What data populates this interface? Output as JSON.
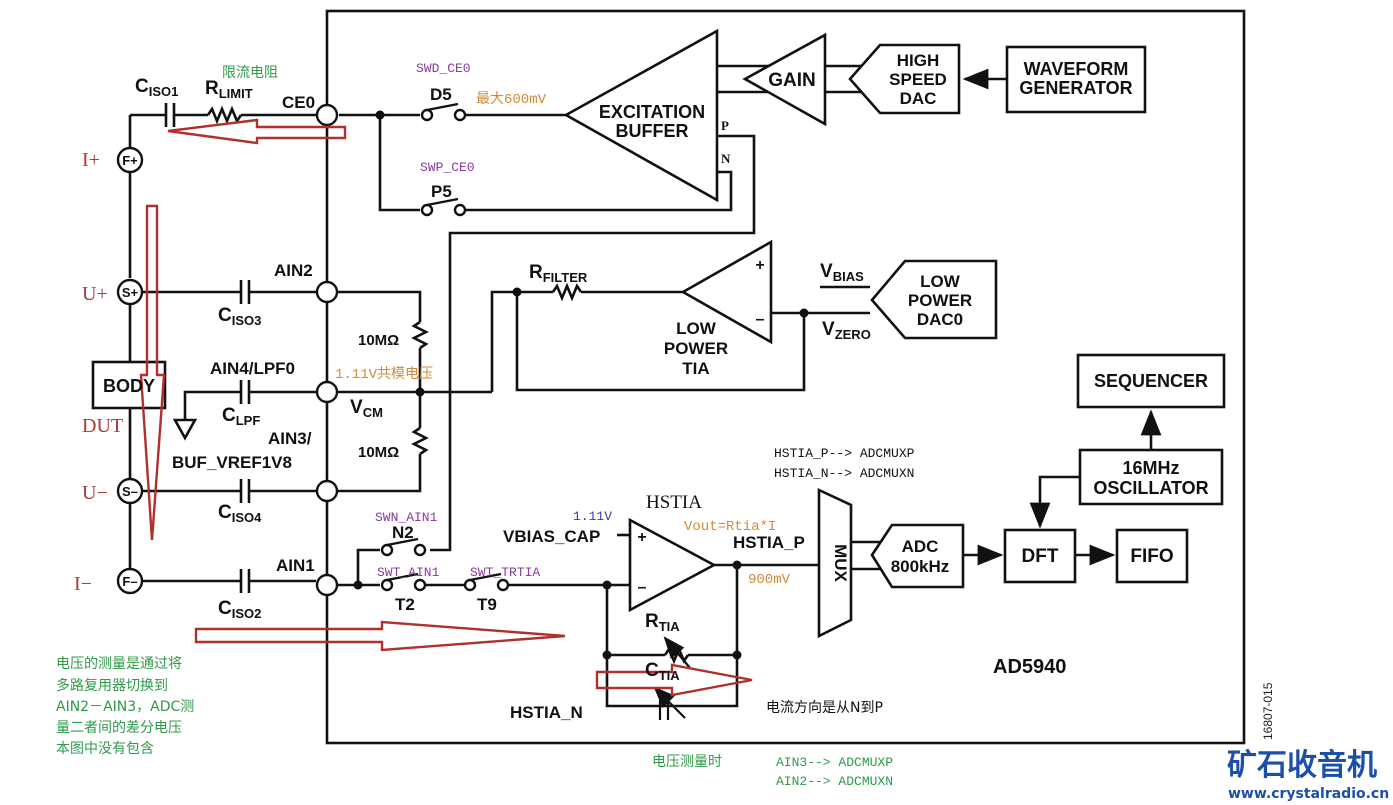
{
  "chip": {
    "name": "AD5940",
    "figure_id": "16807-015"
  },
  "blocks": {
    "excitation_buffer": [
      "EXCITATION",
      "BUFFER"
    ],
    "gain": "GAIN",
    "hs_dac": [
      "HIGH",
      "SPEED",
      "DAC"
    ],
    "waveform_generator": [
      "WAVEFORM",
      "GENERATOR"
    ],
    "lp_tia": [
      "LOW",
      "POWER",
      "TIA"
    ],
    "lp_dac": [
      "LOW",
      "POWER",
      "DAC0"
    ],
    "sequencer": "SEQUENCER",
    "oscillator": [
      "16MHz",
      "OSCILLATOR"
    ],
    "adc": [
      "ADC",
      "800kHz"
    ],
    "dft": "DFT",
    "fifo": "FIFO",
    "mux": "MUX",
    "hstia": "HSTIA",
    "body": "BODY"
  },
  "pins": {
    "ce0": "CE0",
    "ain2": "AIN2",
    "ain4": "AIN4/LPF0",
    "ain3": [
      "AIN3/",
      "BUF_VREF1V8"
    ],
    "ain1": "AIN1",
    "f_plus": "F+",
    "s_plus": "S+",
    "s_minus": "S–",
    "f_minus": "F–"
  },
  "components": {
    "ciso1": {
      "main": "C",
      "sub": "ISO1"
    },
    "rlimit": {
      "main": "R",
      "sub": "LIMIT"
    },
    "ciso3": {
      "main": "C",
      "sub": "ISO3"
    },
    "clpf": {
      "main": "C",
      "sub": "LPF"
    },
    "ciso4": {
      "main": "C",
      "sub": "ISO4"
    },
    "ciso2": {
      "main": "C",
      "sub": "ISO2"
    },
    "rfilter": {
      "main": "R",
      "sub": "FILTER"
    },
    "rtia": {
      "main": "R",
      "sub": "TIA"
    },
    "ctia": {
      "main": "C",
      "sub": "TIA"
    },
    "vcm": {
      "main": "V",
      "sub": "CM"
    },
    "vbias": {
      "main": "V",
      "sub": "BIAS"
    },
    "vzero": {
      "main": "V",
      "sub": "ZERO"
    },
    "r10m_top": "10MΩ",
    "r10m_bot": "10MΩ"
  },
  "switches": {
    "d5": {
      "name": "D5",
      "reg": "SWD_CE0"
    },
    "p5": {
      "name": "P5",
      "reg": "SWP_CE0"
    },
    "n2": {
      "name": "N2",
      "reg": "SWN_AIN1"
    },
    "t2": {
      "name": "T2",
      "reg": "SWT_AIN1"
    },
    "t9": {
      "name": "T9",
      "reg": "SWT_TRTIA"
    }
  },
  "nets": {
    "buf_p": "P",
    "buf_n": "N",
    "vbias_cap": "VBIAS_CAP",
    "hstia_p": "HSTIA_P",
    "hstia_n": "HSTIA_N",
    "plus": "+",
    "minus": "–"
  },
  "annotations": {
    "rlimit_note": "限流电阻",
    "max_600mv": "最大600mV",
    "vcm_note": "1.11V共模电压",
    "vbias_value": "1.11V",
    "vout_formula": "Vout=Rtia*I",
    "hstia_p_value": "900mV",
    "mux_map": [
      "HSTIA_P--> ADCMUXP",
      "HSTIA_N--> ADCMUXN"
    ],
    "current_direction": "电流方向是从N到P",
    "voltage_meas_title": "电压测量时",
    "voltage_meas_map": [
      "AIN3--> ADCMUXP",
      "AIN2--> ADCMUXN"
    ],
    "voltage_note": [
      "电压的测量是通过将",
      "多路复用器切换到",
      "AIN2－AIN3，ADC测",
      "量二者间的差分电压",
      "本图中没有包含"
    ]
  },
  "dut": {
    "i_plus": "I+",
    "u_plus": "U+",
    "dut": "DUT",
    "u_minus": "U−",
    "i_minus": "I−"
  },
  "watermark": {
    "title": "矿石收音机",
    "url": "www.crystalradio.cn"
  },
  "colors": {
    "wire": "#111111",
    "arrow": "#b0302e",
    "register": "#8a3aa0",
    "voltage": "#d28a3a",
    "note": "#2f9a4a",
    "watermark": "#1b4fa8"
  }
}
